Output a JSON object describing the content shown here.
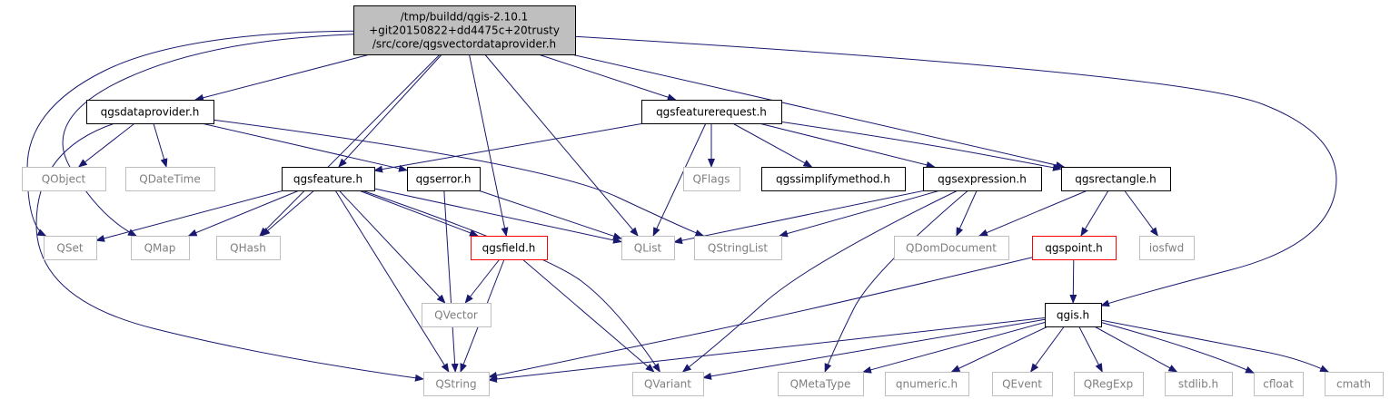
{
  "diagram": {
    "title_lines": [
      "/tmp/buildd/qgis-2.10.1",
      "+git20150822+dd4475c+20trusty",
      "/src/core/qgsvectordataprovider.h"
    ],
    "colors": {
      "edge": "#191970",
      "root_fill": "#bfbfbf",
      "node_border": "#000000",
      "external_border": "#bfbfbf",
      "external_text": "#7f7f7f",
      "truncated_border": "#ff0000",
      "text": "#000000"
    },
    "nodes": [
      {
        "id": "root",
        "kind": "root"
      },
      {
        "id": "qgsdataprovider",
        "label": "qgsdataprovider.h",
        "kind": "normal"
      },
      {
        "id": "qgsfeaturerequest",
        "label": "qgsfeaturerequest.h",
        "kind": "normal"
      },
      {
        "id": "qobject",
        "label": "QObject",
        "kind": "external"
      },
      {
        "id": "qdatetime",
        "label": "QDateTime",
        "kind": "external"
      },
      {
        "id": "qflags",
        "label": "QFlags",
        "kind": "external"
      },
      {
        "id": "qgssimplifymethod",
        "label": "qgssimplifymethod.h",
        "kind": "normal"
      },
      {
        "id": "qgsfeature",
        "label": "qgsfeature.h",
        "kind": "normal"
      },
      {
        "id": "qgserror",
        "label": "qgserror.h",
        "kind": "normal"
      },
      {
        "id": "qgsexpression",
        "label": "qgsexpression.h",
        "kind": "normal"
      },
      {
        "id": "qgsrectangle",
        "label": "qgsrectangle.h",
        "kind": "normal"
      },
      {
        "id": "qset",
        "label": "QSet",
        "kind": "external"
      },
      {
        "id": "qmap",
        "label": "QMap",
        "kind": "external"
      },
      {
        "id": "qhash",
        "label": "QHash",
        "kind": "external"
      },
      {
        "id": "qgsfield",
        "label": "qgsfield.h",
        "kind": "truncated"
      },
      {
        "id": "qlist",
        "label": "QList",
        "kind": "external"
      },
      {
        "id": "qstringlist",
        "label": "QStringList",
        "kind": "external"
      },
      {
        "id": "qdomdocument",
        "label": "QDomDocument",
        "kind": "external"
      },
      {
        "id": "qgspoint",
        "label": "qgspoint.h",
        "kind": "truncated"
      },
      {
        "id": "iosfwd",
        "label": "iosfwd",
        "kind": "external"
      },
      {
        "id": "qvector",
        "label": "QVector",
        "kind": "external"
      },
      {
        "id": "qgis",
        "label": "qgis.h",
        "kind": "normal"
      },
      {
        "id": "qstring",
        "label": "QString",
        "kind": "external"
      },
      {
        "id": "qvariant",
        "label": "QVariant",
        "kind": "external"
      },
      {
        "id": "qmetatype",
        "label": "QMetaType",
        "kind": "external"
      },
      {
        "id": "qnumeric",
        "label": "qnumeric.h",
        "kind": "external"
      },
      {
        "id": "qevent",
        "label": "QEvent",
        "kind": "external"
      },
      {
        "id": "qregexp",
        "label": "QRegExp",
        "kind": "external"
      },
      {
        "id": "stdlib",
        "label": "stdlib.h",
        "kind": "external"
      },
      {
        "id": "cfloat",
        "label": "cfloat",
        "kind": "external"
      },
      {
        "id": "cmath",
        "label": "cmath",
        "kind": "external"
      }
    ],
    "edges": [
      {
        "from": "root",
        "to": "qgsdataprovider"
      },
      {
        "from": "root",
        "to": "qgsfeaturerequest"
      },
      {
        "from": "root",
        "to": "qset"
      },
      {
        "from": "root",
        "to": "qmap"
      },
      {
        "from": "root",
        "to": "qhash"
      },
      {
        "from": "root",
        "to": "qgsfeature"
      },
      {
        "from": "root",
        "to": "qgsfield"
      },
      {
        "from": "root",
        "to": "qlist"
      },
      {
        "from": "root",
        "to": "qgsrectangle"
      },
      {
        "from": "root",
        "to": "qgis"
      },
      {
        "from": "qgsdataprovider",
        "to": "qobject"
      },
      {
        "from": "qgsdataprovider",
        "to": "qdatetime"
      },
      {
        "from": "qgsdataprovider",
        "to": "qgserror"
      },
      {
        "from": "qgsdataprovider",
        "to": "qstringlist"
      },
      {
        "from": "qgsdataprovider",
        "to": "qstring"
      },
      {
        "from": "qgsfeaturerequest",
        "to": "qflags"
      },
      {
        "from": "qgsfeaturerequest",
        "to": "qgssimplifymethod"
      },
      {
        "from": "qgsfeaturerequest",
        "to": "qgsfeature"
      },
      {
        "from": "qgsfeaturerequest",
        "to": "qgsexpression"
      },
      {
        "from": "qgsfeaturerequest",
        "to": "qgsrectangle"
      },
      {
        "from": "qgsfeaturerequest",
        "to": "qlist"
      },
      {
        "from": "qgsfeature",
        "to": "qset"
      },
      {
        "from": "qgsfeature",
        "to": "qmap"
      },
      {
        "from": "qgsfeature",
        "to": "qhash"
      },
      {
        "from": "qgsfeature",
        "to": "qgsfield"
      },
      {
        "from": "qgsfeature",
        "to": "qlist"
      },
      {
        "from": "qgsfeature",
        "to": "qvector"
      },
      {
        "from": "qgsfeature",
        "to": "qstring"
      },
      {
        "from": "qgsfeature",
        "to": "qvariant"
      },
      {
        "from": "qgserror",
        "to": "qlist"
      },
      {
        "from": "qgserror",
        "to": "qstring"
      },
      {
        "from": "qgsexpression",
        "to": "qlist"
      },
      {
        "from": "qgsexpression",
        "to": "qstringlist"
      },
      {
        "from": "qgsexpression",
        "to": "qdomdocument"
      },
      {
        "from": "qgsexpression",
        "to": "qmetatype"
      },
      {
        "from": "qgsexpression",
        "to": "qvariant"
      },
      {
        "from": "qgsrectangle",
        "to": "qdomdocument"
      },
      {
        "from": "qgsrectangle",
        "to": "qgspoint"
      },
      {
        "from": "qgsrectangle",
        "to": "iosfwd"
      },
      {
        "from": "qgsfield",
        "to": "qvector"
      },
      {
        "from": "qgsfield",
        "to": "qstring"
      },
      {
        "from": "qgsfield",
        "to": "qvariant"
      },
      {
        "from": "qgspoint",
        "to": "qgis"
      },
      {
        "from": "qgspoint",
        "to": "qstring"
      },
      {
        "from": "qgis",
        "to": "qstring"
      },
      {
        "from": "qgis",
        "to": "qvariant"
      },
      {
        "from": "qgis",
        "to": "qmetatype"
      },
      {
        "from": "qgis",
        "to": "qnumeric"
      },
      {
        "from": "qgis",
        "to": "qevent"
      },
      {
        "from": "qgis",
        "to": "qregexp"
      },
      {
        "from": "qgis",
        "to": "stdlib"
      },
      {
        "from": "qgis",
        "to": "cfloat"
      },
      {
        "from": "qgis",
        "to": "cmath"
      }
    ]
  }
}
